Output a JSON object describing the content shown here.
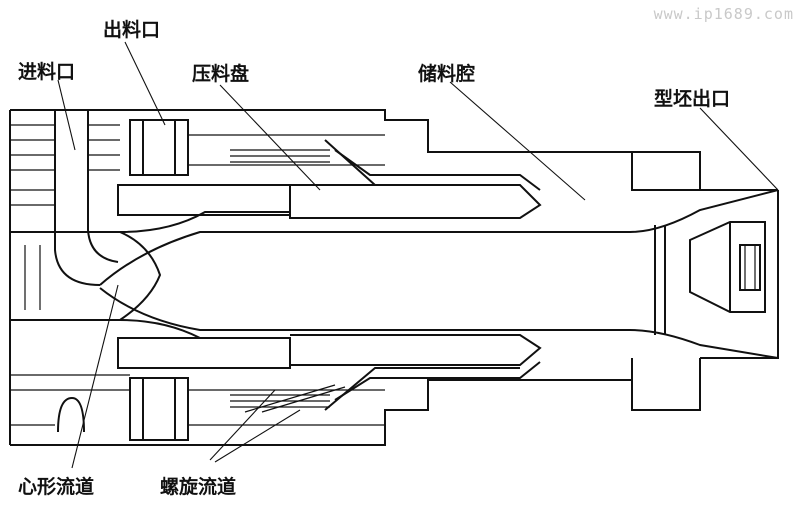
{
  "watermark": "www.ip1689.com",
  "labels": {
    "outlet": "出料口",
    "inlet": "进料口",
    "press_plate": "压料盘",
    "storage_chamber": "储料腔",
    "parison_outlet": "型坯出口",
    "heart_channel": "心形流道",
    "spiral_channel": "螺旋流道"
  }
}
